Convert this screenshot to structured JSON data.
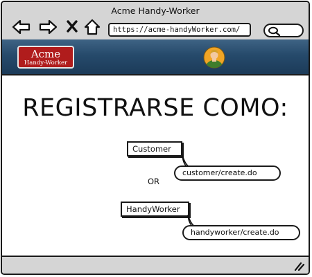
{
  "window": {
    "title": "Acme Handy-Worker"
  },
  "toolbar": {
    "url": "https://acme-handyWorker.com/",
    "icons": [
      "back-arrow-icon",
      "forward-arrow-icon",
      "close-x-icon",
      "home-icon",
      "search-icon"
    ]
  },
  "header": {
    "logo_main": "Acme",
    "logo_sub": "Handy-Worker",
    "avatar_icon": "user-avatar-icon"
  },
  "main": {
    "heading": "REGISTRARSE COMO:",
    "separator": "OR",
    "options": [
      {
        "label": "Customer",
        "link": "customer/create.do"
      },
      {
        "label": "HandyWorker",
        "link": "handyworker/create.do"
      }
    ]
  },
  "colors": {
    "chrome": "#d5d5d5",
    "banner": "#264a6b",
    "logo": "#b01c1c",
    "avatar_bg": "#f0a526",
    "avatar_body": "#3f7d2c"
  }
}
